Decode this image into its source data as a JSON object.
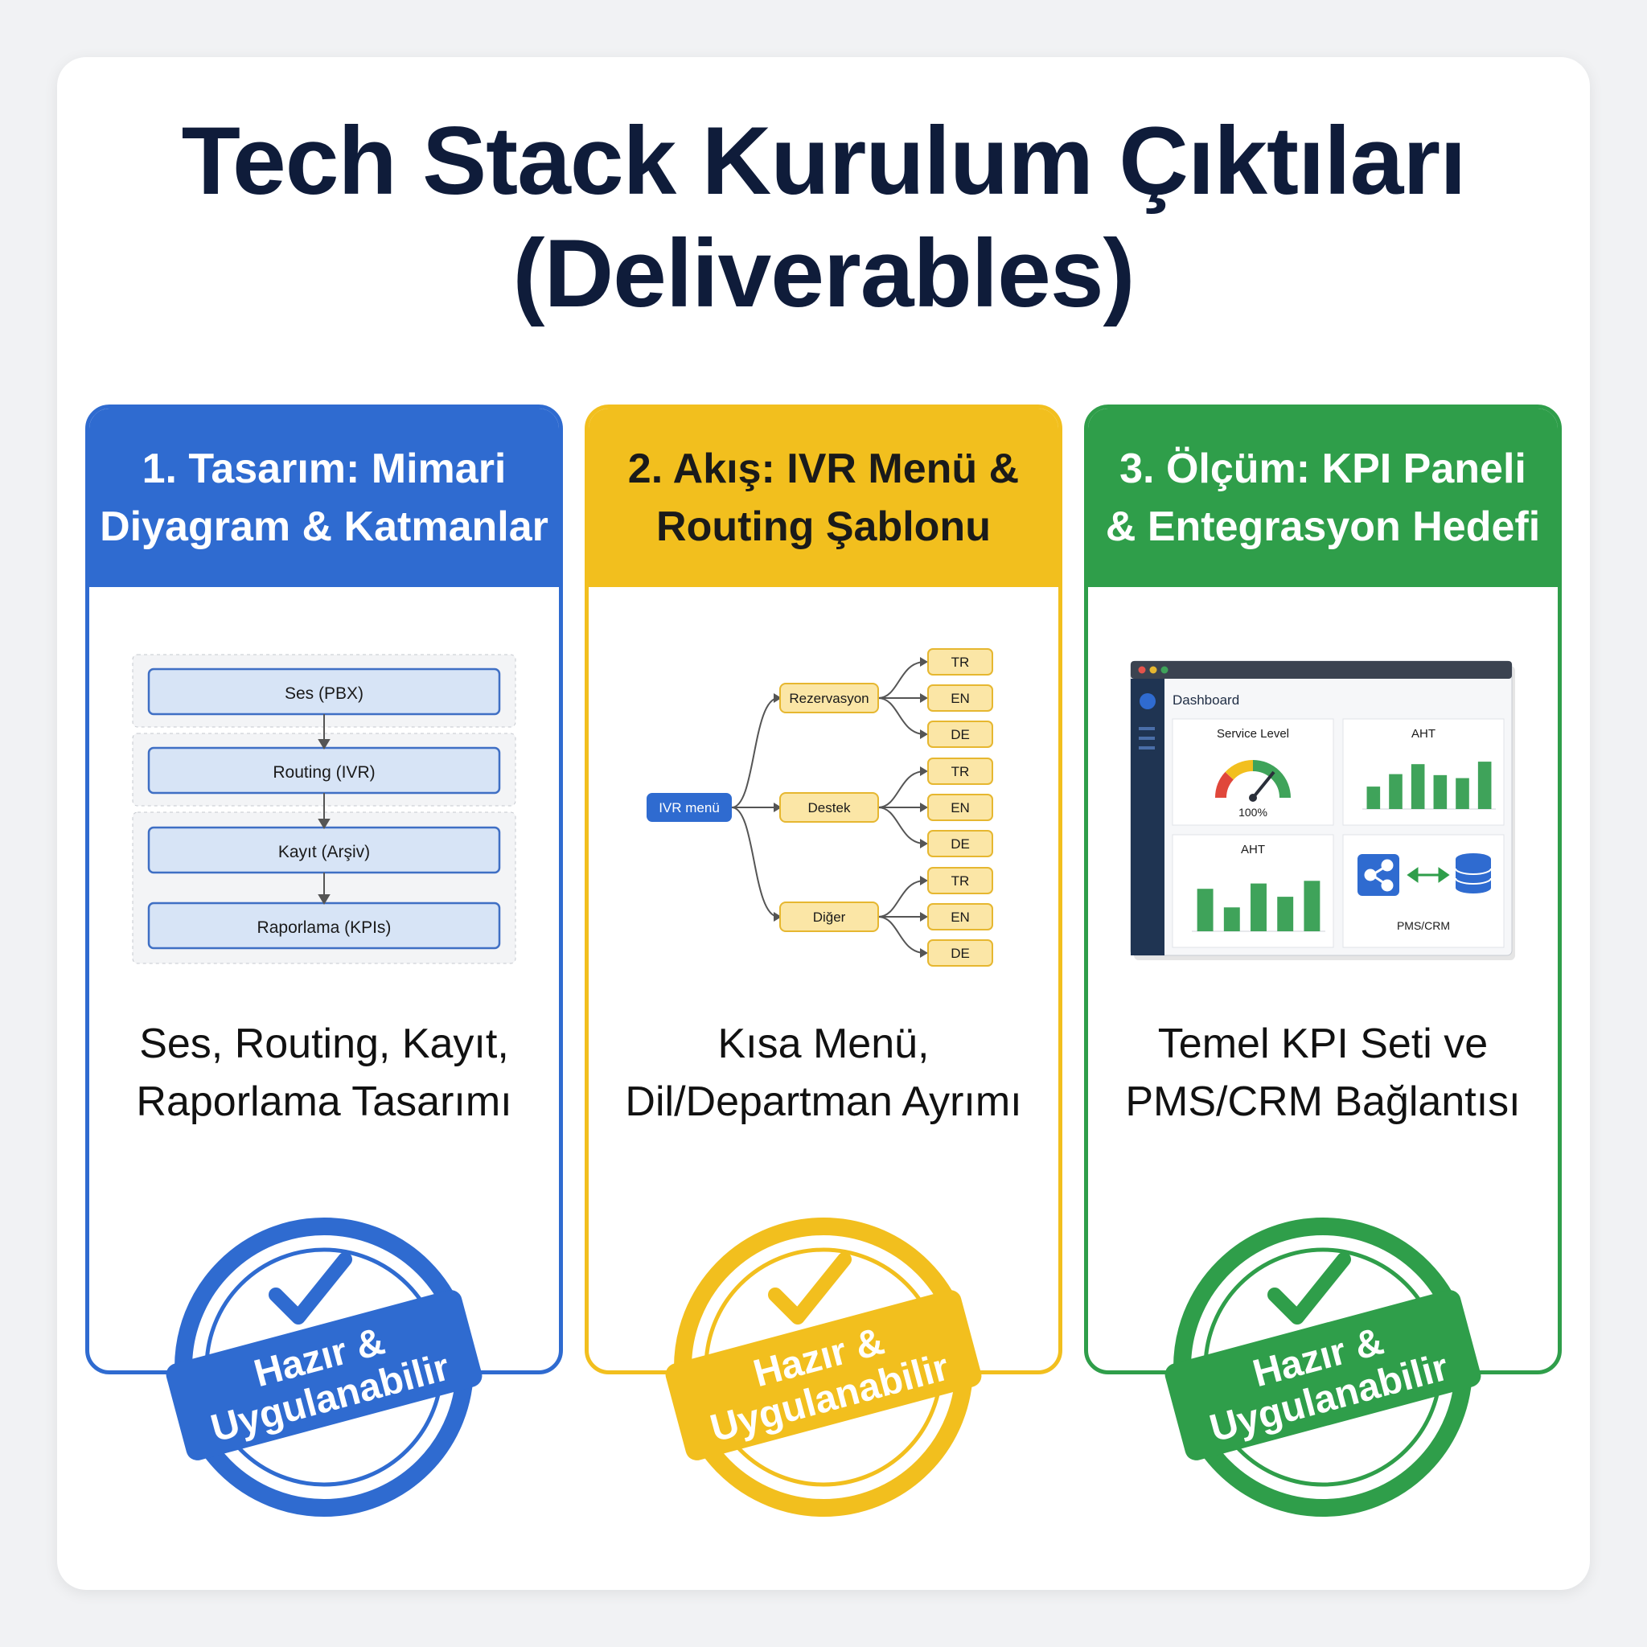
{
  "title": {
    "line1": "Tech Stack Kurulum Çıktıları",
    "line2": "(Deliverables)"
  },
  "cards": [
    {
      "header_line1": "1. Tasarım: Mimari",
      "header_line2": "Diyagram & Katmanlar",
      "layers": [
        "Ses (PBX)",
        "Routing (IVR)",
        "Kayıt (Arşiv)",
        "Raporlama (KPIs)"
      ],
      "desc_line1": "Ses, Routing, Kayıt,",
      "desc_line2": "Raporlama Tasarımı",
      "stamp_line1": "Hazır &",
      "stamp_line2": "Uygulanabilir",
      "color": "#2f6bd0"
    },
    {
      "header_line1": "2. Akış: IVR Menü &",
      "header_line2": "Routing Şablonu",
      "root": "IVR menü",
      "branches": [
        "Rezervasyon",
        "Destek",
        "Diğer"
      ],
      "languages": [
        "TR",
        "EN",
        "DE"
      ],
      "desc_line1": "Kısa Menü,",
      "desc_line2": "Dil/Departman Ayrımı",
      "stamp_line1": "Hazır &",
      "stamp_line2": "Uygulanabilir",
      "color": "#f2bf1e"
    },
    {
      "header_line1": "3. Ölçüm: KPI Paneli",
      "header_line2": "& Entegrasyon Hedefi",
      "dashboard": {
        "title": "Dashboard",
        "service_level_label": "Service Level",
        "service_level_value": "100%",
        "aht_label_1": "AHT",
        "aht_label_2": "AHT",
        "integration_label": "PMS/CRM",
        "aht_bars_1": [
          45,
          70,
          90,
          68,
          62,
          95
        ],
        "aht_bars_2": [
          80,
          45,
          90,
          65,
          95
        ]
      },
      "desc_line1": "Temel KPI Seti ve",
      "desc_line2": "PMS/CRM Bağlantısı",
      "stamp_line1": "Hazır &",
      "stamp_line2": "Uygulanabilir",
      "color": "#2f9e4a"
    }
  ]
}
